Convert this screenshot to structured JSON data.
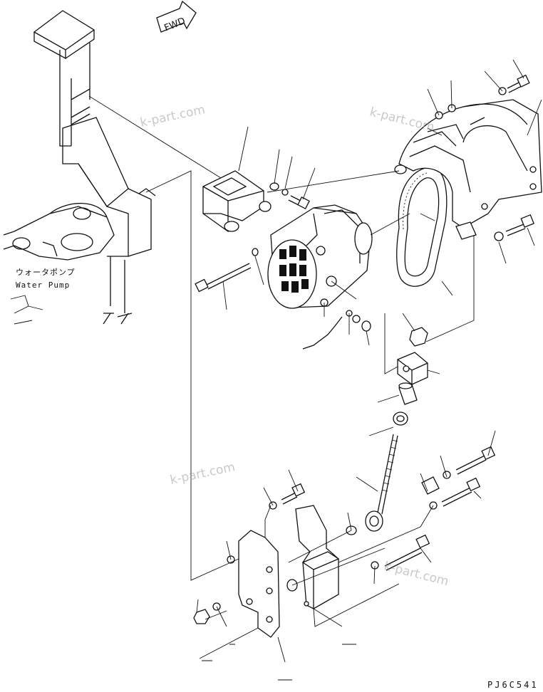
{
  "direction_marker": "FWD",
  "labels": {
    "water_pump_jp": "ウォータポンプ",
    "water_pump_en": "Water Pump"
  },
  "watermarks": [
    "k-part.com",
    "k-part.com",
    "k-part.com",
    "k-part.com"
  ],
  "drawing_code": "PJ6C541"
}
